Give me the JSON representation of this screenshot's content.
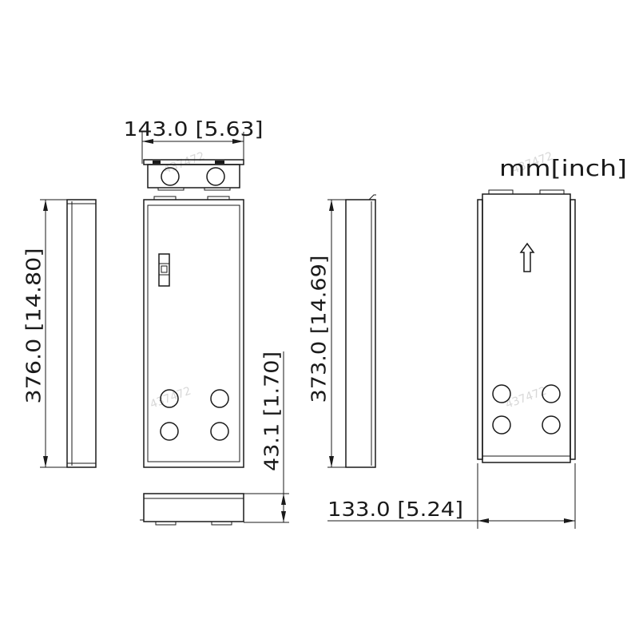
{
  "drawing": {
    "units_label": "mm[inch]",
    "watermark": "437472"
  },
  "dimensions": {
    "top_width": "143.0 [5.63]",
    "left_height": "376.0 [14.80]",
    "depth": "43.1 [1.70]",
    "right_height": "373.0 [14.69]",
    "bottom_width": "133.0 [5.24]"
  },
  "colors": {
    "line": "#1a1a1a",
    "background": "#ffffff",
    "watermark": "#d8d8d8"
  }
}
